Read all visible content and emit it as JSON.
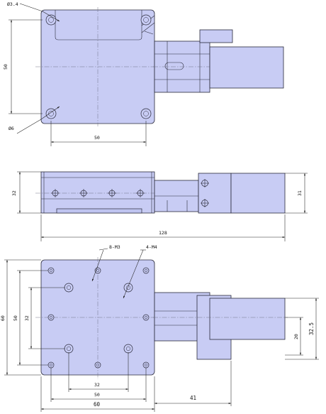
{
  "top_view": {
    "labels": {
      "hole_dia": "Ø3.4",
      "counterbore_dia": "Ø6",
      "height": "50",
      "width": "50"
    }
  },
  "side_view": {
    "labels": {
      "left_height": "32",
      "right_height": "31",
      "overall_length": "128"
    }
  },
  "bottom_view": {
    "labels": {
      "m3_holes": "8-M3",
      "m4_holes": "4-M4",
      "outer_height": "60",
      "mid_height": "50",
      "inner_height": "32",
      "inner_width": "32",
      "mid_width": "50",
      "outer_width": "60",
      "offset": "41",
      "motor_height": "20",
      "motor_span": "32.5"
    }
  }
}
